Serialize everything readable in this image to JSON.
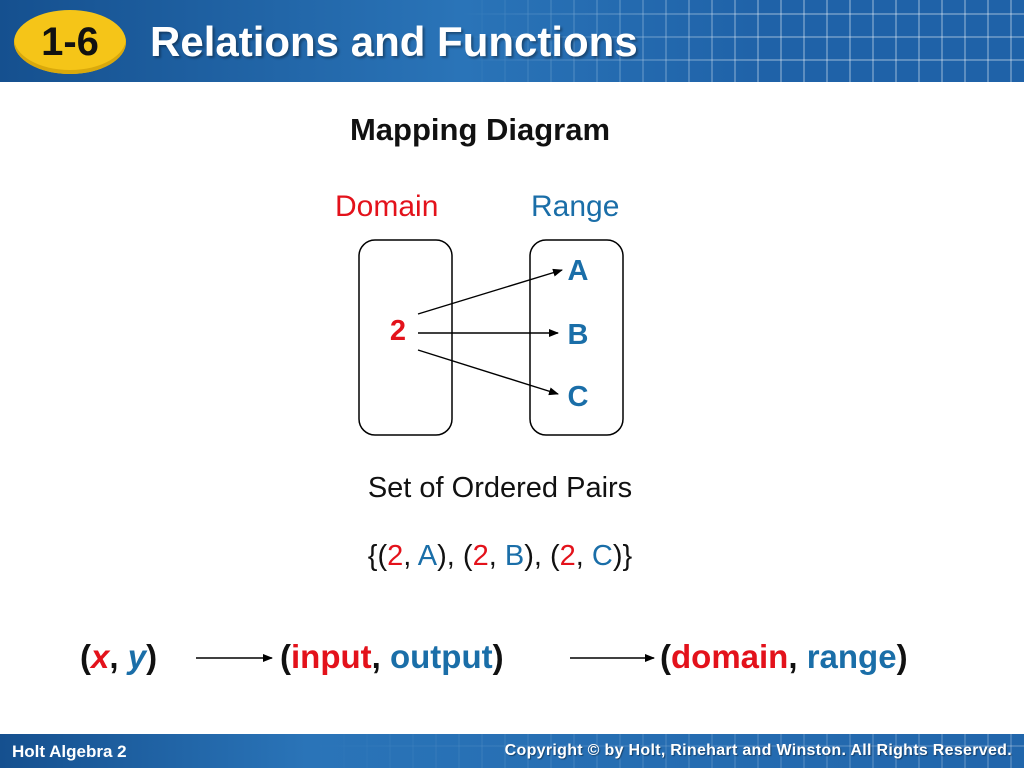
{
  "header": {
    "lesson_badge": "1-6",
    "title": "Relations and Functions"
  },
  "diagram": {
    "heading": "Mapping Diagram",
    "domain_label": "Domain",
    "range_label": "Range",
    "domain_values": [
      "2"
    ],
    "range_values": [
      "A",
      "B",
      "C"
    ]
  },
  "ordered_pairs": {
    "heading": "Set of Ordered Pairs",
    "open": "{",
    "close": "}",
    "pairs": [
      {
        "x": "2",
        "y": "A"
      },
      {
        "x": "2",
        "y": "B"
      },
      {
        "x": "2",
        "y": "C"
      }
    ]
  },
  "correspondence": {
    "first": {
      "a": "x",
      "b": "y"
    },
    "second": {
      "a": "input",
      "b": "output"
    },
    "third": {
      "a": "domain",
      "b": "range"
    }
  },
  "footer": {
    "left": "Holt Algebra 2",
    "right": "Copyright © by Holt, Rinehart and Winston. All Rights Reserved."
  },
  "colors": {
    "domain": "#e3121b",
    "range": "#1a6ea8",
    "header_blue": "#1f62a8",
    "badge_yellow": "#f5c518"
  }
}
